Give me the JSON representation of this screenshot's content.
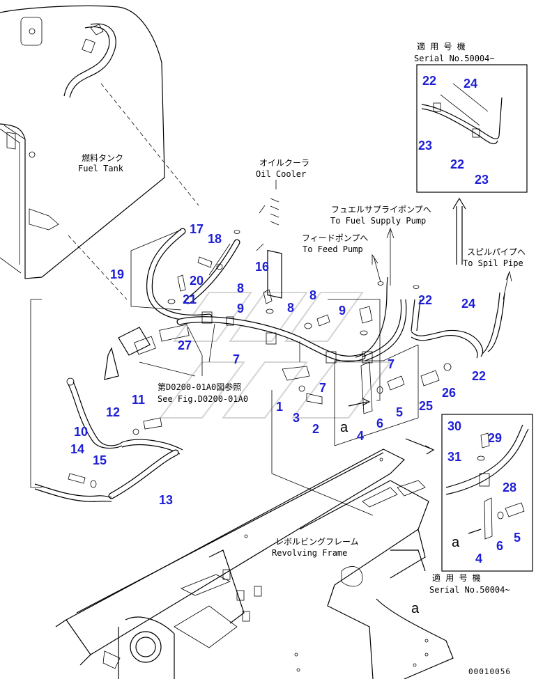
{
  "labels": {
    "fuel_tank_jp": "燃料タンク",
    "fuel_tank_en": "Fuel Tank",
    "oil_cooler_jp": "オイルクーラ",
    "oil_cooler_en": "Oil Cooler",
    "fuel_supply_jp": "フュエルサプライポンプへ",
    "fuel_supply_en": "To Fuel Supply Pump",
    "feed_pump_jp": "フィードポンプへ",
    "feed_pump_en": "To Feed Pump",
    "spill_jp": "スピルパイプへ",
    "spill_en": "To Spil Pipe",
    "see_fig_jp": "第D0200-01A0図参照",
    "see_fig_en": "See Fig.D0200-01A0",
    "revolving_jp": "レボルビングフレーム",
    "revolving_en": "Revolving Frame",
    "serial_top_jp": "適 用 号 機",
    "serial_top_en": "Serial No.50004~",
    "serial_bottom_jp": "適 用 号 機",
    "serial_bottom_en": "Serial No.50004~",
    "drawing_code": "00010056"
  },
  "letter_a": "a",
  "part_numbers": [
    "17",
    "18",
    "16",
    "19",
    "20",
    "21",
    "8",
    "9",
    "27",
    "7",
    "8",
    "9",
    "8",
    "9",
    "7",
    "7",
    "1",
    "3",
    "2",
    "4",
    "6",
    "5",
    "11",
    "12",
    "10",
    "14",
    "15",
    "13",
    "25",
    "26",
    "22",
    "24",
    "22",
    "22",
    "24",
    "23",
    "22",
    "23",
    "30",
    "29",
    "31",
    "28",
    "4",
    "6",
    "5"
  ],
  "colors": {
    "part_number": "#1d1ed6",
    "line": "#000000",
    "watermark": "#d4d4d4"
  }
}
